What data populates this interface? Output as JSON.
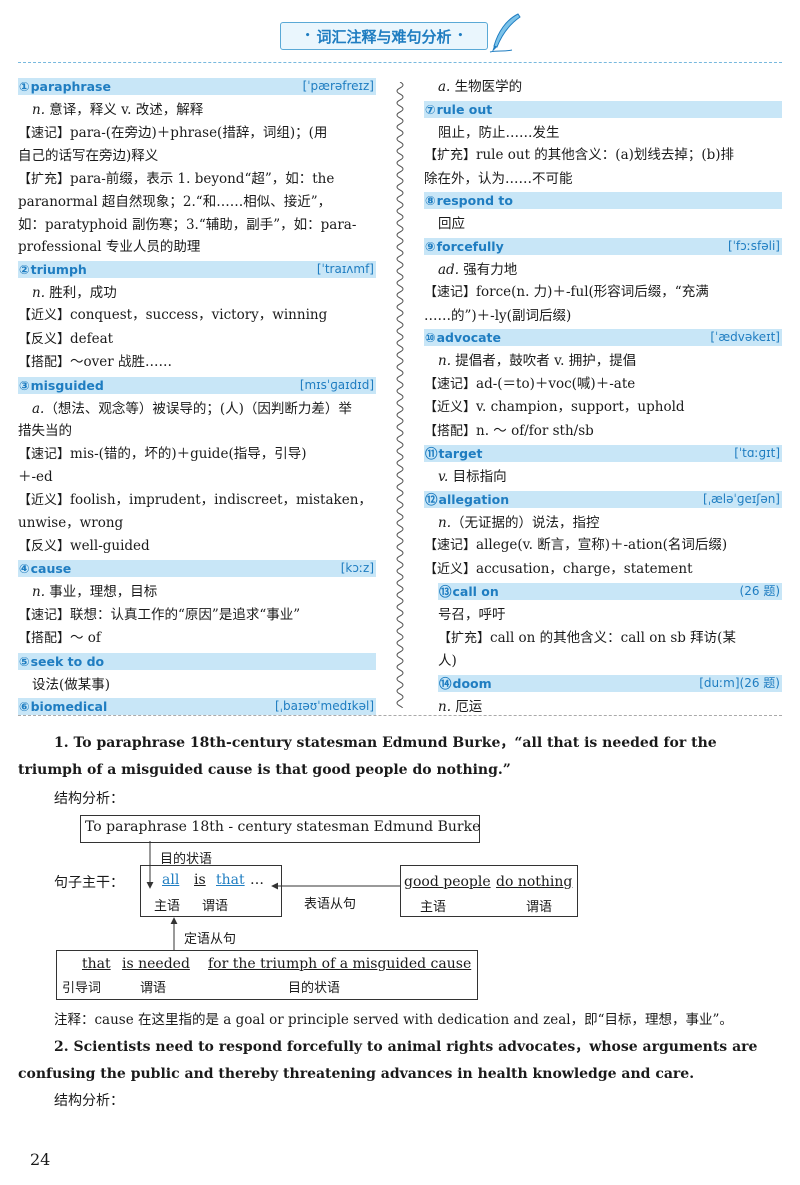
{
  "header": {
    "title": "词汇注释与难句分析",
    "dot_left": "•",
    "dot_right": "•"
  },
  "left_entries": [
    {
      "num": "1",
      "word": "paraphrase",
      "pron": "[ˈpærəfreɪz]",
      "lines": [
        {
          "tag": "",
          "pos": "n.",
          "text": " 意译，释义  v. 改述，解释"
        },
        {
          "tag": "【速记】",
          "text": "para-(在旁边)＋phrase(措辞，词组)；(用"
        },
        {
          "tag": "",
          "text": "自己的话写在旁边)释义"
        },
        {
          "tag": "【扩充】",
          "text": "para-前缀，表示 1. beyond“超”，如：the"
        },
        {
          "tag": "",
          "text": "paranormal 超自然现象；2.“和……相似、接近”，"
        },
        {
          "tag": "",
          "text": "如：paratyphoid 副伤寒；3.“辅助，副手”，如：para-"
        },
        {
          "tag": "",
          "text": "professional 专业人员的助理"
        }
      ]
    },
    {
      "num": "2",
      "word": "triumph",
      "pron": "[ˈtraɪʌmf]",
      "lines": [
        {
          "tag": "",
          "pos": "n.",
          "text": " 胜利，成功"
        },
        {
          "tag": "【近义】",
          "text": "conquest，success，victory，winning"
        },
        {
          "tag": "【反义】",
          "text": "defeat"
        },
        {
          "tag": "【搭配】",
          "text": "～over 战胜……"
        }
      ]
    },
    {
      "num": "3",
      "word": "misguided",
      "pron": "[mɪsˈɡaɪdɪd]",
      "lines": [
        {
          "tag": "",
          "pos": "a.",
          "text": "（想法、观念等）被误导的；(人)（因判断力差）举"
        },
        {
          "tag": "",
          "text": "措失当的"
        },
        {
          "tag": "【速记】",
          "text": "mis-(错的，坏的)＋guide(指导，引导)"
        },
        {
          "tag": "",
          "text": "＋-ed"
        },
        {
          "tag": "【近义】",
          "text": "foolish，imprudent，indiscreet，mistaken，"
        },
        {
          "tag": "",
          "text": "unwise，wrong"
        },
        {
          "tag": "【反义】",
          "text": "well-guided"
        }
      ]
    },
    {
      "num": "4",
      "word": "cause",
      "pron": "[kɔːz]",
      "lines": [
        {
          "tag": "",
          "pos": "n.",
          "text": " 事业，理想，目标"
        },
        {
          "tag": "【速记】",
          "text": "联想：认真工作的“原因”是追求“事业”"
        },
        {
          "tag": "【搭配】",
          "text": "～ of"
        }
      ]
    },
    {
      "num": "5",
      "word": "seek to do",
      "pron": "",
      "lines": [
        {
          "tag": "",
          "text": "设法(做某事)"
        }
      ]
    },
    {
      "num": "6",
      "word": "biomedical",
      "pron": "[ˌbaɪəʊˈmedɪkəl]",
      "lines": []
    }
  ],
  "right_top_line": {
    "pos": "a.",
    "text": " 生物医学的"
  },
  "right_entries": [
    {
      "num": "7",
      "word": "rule out",
      "pron": "",
      "indent": false,
      "lines": [
        {
          "tag": "",
          "text": "阻止，防止……发生"
        },
        {
          "tag": "【扩充】",
          "text": "rule out 的其他含义：(a)划线去掉；(b)排"
        },
        {
          "tag": "",
          "text": "除在外，认为……不可能"
        }
      ]
    },
    {
      "num": "8",
      "word": "respond to",
      "pron": "",
      "indent": false,
      "lines": [
        {
          "tag": "",
          "text": "回应"
        }
      ]
    },
    {
      "num": "9",
      "word": "forcefully",
      "pron": "[ˈfɔːsfəli]",
      "indent": false,
      "lines": [
        {
          "tag": "",
          "pos": "ad.",
          "text": " 强有力地"
        },
        {
          "tag": "【速记】",
          "text": "force(n. 力)＋-ful(形容词后缀，“充满"
        },
        {
          "tag": "",
          "text": "……的”)＋-ly(副词后缀)"
        }
      ]
    },
    {
      "num": "10",
      "word": "advocate",
      "pron": "[ˈædvəkeɪt]",
      "indent": false,
      "lines": [
        {
          "tag": "",
          "pos": "n.",
          "text": " 提倡者，鼓吹者  v. 拥护，提倡"
        },
        {
          "tag": "【速记】",
          "text": "ad-(＝to)＋voc(喊)＋-ate"
        },
        {
          "tag": "【近义】",
          "text": "v. champion，support，uphold"
        },
        {
          "tag": "【搭配】",
          "text": "n. ～ of/for sth/sb"
        }
      ]
    },
    {
      "num": "11",
      "word": "target",
      "pron": "[ˈtɑːɡɪt]",
      "indent": false,
      "lines": [
        {
          "tag": "",
          "pos": "v.",
          "text": " 目标指向"
        }
      ]
    },
    {
      "num": "12",
      "word": "allegation",
      "pron": "[ˌæləˈɡeɪʃən]",
      "indent": false,
      "lines": [
        {
          "tag": "",
          "pos": "n.",
          "text": "（无证据的）说法，指控"
        },
        {
          "tag": "【速记】",
          "text": "allege(v. 断言，宣称)＋-ation(名词后缀)"
        },
        {
          "tag": "【近义】",
          "text": "accusation，charge，statement"
        }
      ]
    },
    {
      "num": "13",
      "word": "call on",
      "pron": "(26 题)",
      "indent": true,
      "lines": [
        {
          "tag": "",
          "text": "号召，呼吁"
        },
        {
          "tag": "【扩充】",
          "text": "call on 的其他含义：call on sb 拜访(某"
        },
        {
          "tag": "",
          "text": "人)"
        }
      ]
    },
    {
      "num": "14",
      "word": "doom",
      "pron": "[duːm](26 题)",
      "indent": true,
      "lines": [
        {
          "tag": "",
          "pos": "n.",
          "text": " 厄运"
        }
      ]
    }
  ],
  "sentence1": "1. To paraphrase 18th-century statesman Edmund Burke，“all that is needed for the triumph of a misguided cause is that good people do nothing.”",
  "struct_label": "结构分析：",
  "diagram1": {
    "top_box": "To paraphrase 18th - century statesman Edmund Burke",
    "purpose_label": "目的状语",
    "main_label": "句子主干：",
    "main_all": "all",
    "main_is": "is",
    "main_that": "that",
    "main_dots": "…",
    "main_subj": "主语",
    "main_pred": "谓语",
    "pred_clause_label": "表语从句",
    "right_subj_text": "good people",
    "right_pred_text": "do nothing",
    "right_subj": "主语",
    "right_pred": "谓语",
    "attr_clause_label": "定语从句",
    "bottom_that": "that",
    "bottom_needed": "is needed",
    "bottom_for": "for the triumph of a misguided cause",
    "bottom_lead": "引导词",
    "bottom_pred": "谓语",
    "bottom_purpose": "目的状语"
  },
  "note1": "注释：cause 在这里指的是 a goal or principle served with dedication and zeal，即“目标，理想，事业”。",
  "sentence2": "2. Scientists need to respond forcefully to animal rights advocates，whose arguments are confusing the public and thereby threatening advances in health knowledge and care.",
  "struct_label2": "结构分析：",
  "page_number": "24"
}
